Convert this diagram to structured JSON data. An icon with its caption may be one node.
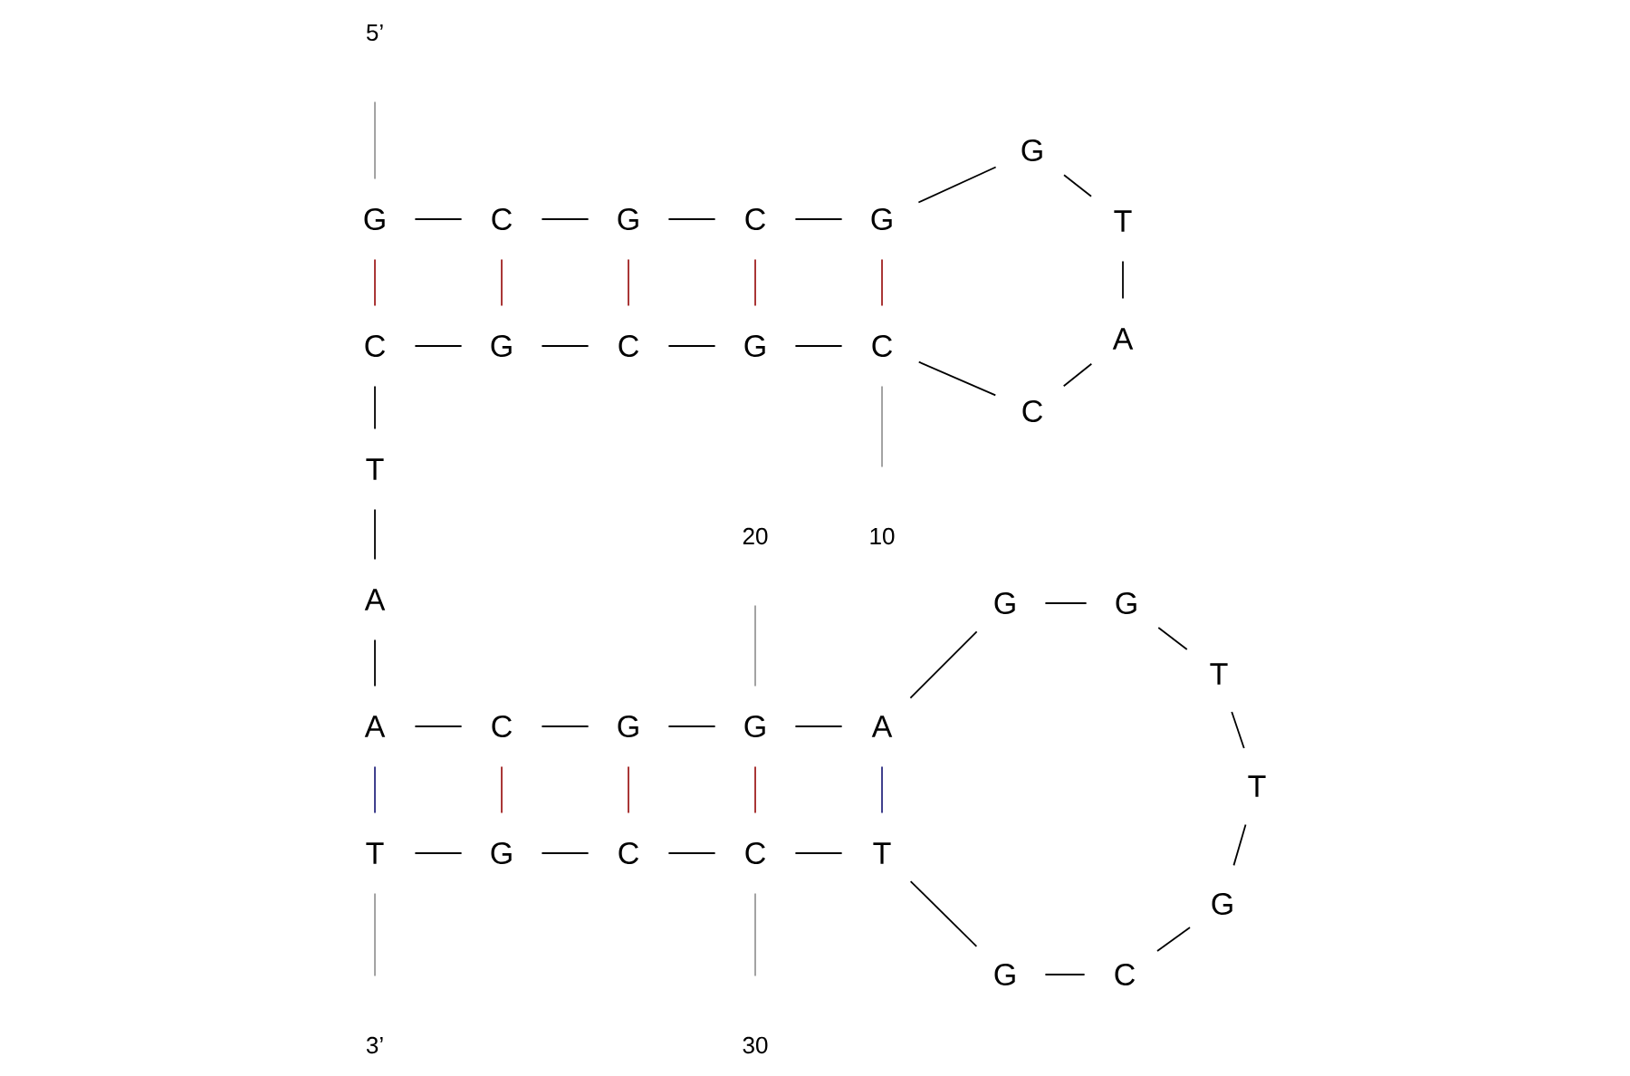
{
  "diagram": {
    "nodes": [
      {
        "text": [
          "G"
        ]
      },
      {
        "text": [
          "C"
        ]
      },
      {
        "text": [
          "G"
        ]
      },
      {
        "text": [
          "C"
        ]
      },
      {
        "text": [
          "G"
        ]
      },
      {
        "text": [
          "G"
        ]
      },
      {
        "text": [
          "T"
        ]
      },
      {
        "text": [
          "A"
        ]
      },
      {
        "text": [
          "C"
        ]
      },
      {
        "text": [
          "C"
        ]
      },
      {
        "text": [
          "G"
        ]
      },
      {
        "text": [
          "C"
        ]
      },
      {
        "text": [
          "G"
        ]
      },
      {
        "text": [
          "C"
        ]
      },
      {
        "text": [
          "T"
        ]
      },
      {
        "text": [
          "A"
        ]
      },
      {
        "text": [
          "A"
        ]
      },
      {
        "text": [
          "C"
        ]
      },
      {
        "text": [
          "G"
        ]
      },
      {
        "text": [
          "G"
        ]
      },
      {
        "text": [
          "A"
        ]
      },
      {
        "text": [
          "G"
        ]
      },
      {
        "text": [
          "G"
        ]
      },
      {
        "text": [
          "T"
        ]
      },
      {
        "text": [
          "T"
        ]
      },
      {
        "text": [
          "G"
        ]
      },
      {
        "text": [
          "C"
        ]
      },
      {
        "text": [
          "G"
        ]
      },
      {
        "text": [
          "T"
        ]
      },
      {
        "text": [
          "C"
        ]
      },
      {
        "text": [
          "C"
        ]
      },
      {
        "text": [
          "G"
        ]
      },
      {
        "text": [
          "T"
        ]
      },
      {
        "text": [
          "5’"
        ]
      },
      {
        "text": [
          "10"
        ]
      },
      {
        "text": [
          "20"
        ]
      },
      {
        "text": [
          "30"
        ]
      },
      {
        "text": [
          "3’"
        ]
      }
    ],
    "edges": [
      {
        "from": 0,
        "to": 1,
        "arrow": "none"
      },
      {
        "from": 1,
        "to": 2,
        "arrow": "none"
      },
      {
        "from": 2,
        "to": 3,
        "arrow": "none"
      },
      {
        "from": 3,
        "to": 4,
        "arrow": "none"
      },
      {
        "from": 4,
        "to": 5,
        "arrow": "none"
      },
      {
        "from": 5,
        "to": 6,
        "arrow": "none"
      },
      {
        "from": 6,
        "to": 7,
        "arrow": "none"
      },
      {
        "from": 7,
        "to": 8,
        "arrow": "none"
      },
      {
        "from": 8,
        "to": 9,
        "arrow": "none"
      },
      {
        "from": 9,
        "to": 10,
        "arrow": "none"
      },
      {
        "from": 10,
        "to": 11,
        "arrow": "none"
      },
      {
        "from": 11,
        "to": 12,
        "arrow": "none"
      },
      {
        "from": 12,
        "to": 13,
        "arrow": "none"
      },
      {
        "from": 13,
        "to": 14,
        "arrow": "none"
      },
      {
        "from": 14,
        "to": 15,
        "arrow": "none"
      },
      {
        "from": 15,
        "to": 16,
        "arrow": "none"
      },
      {
        "from": 16,
        "to": 17,
        "arrow": "none"
      },
      {
        "from": 17,
        "to": 18,
        "arrow": "none"
      },
      {
        "from": 18,
        "to": 19,
        "arrow": "none"
      },
      {
        "from": 19,
        "to": 20,
        "arrow": "none"
      },
      {
        "from": 20,
        "to": 21,
        "arrow": "none"
      },
      {
        "from": 21,
        "to": 22,
        "arrow": "none"
      },
      {
        "from": 22,
        "to": 23,
        "arrow": "none"
      },
      {
        "from": 23,
        "to": 24,
        "arrow": "none"
      },
      {
        "from": 24,
        "to": 25,
        "arrow": "none"
      },
      {
        "from": 25,
        "to": 26,
        "arrow": "none"
      },
      {
        "from": 26,
        "to": 27,
        "arrow": "none"
      },
      {
        "from": 27,
        "to": 28,
        "arrow": "none"
      },
      {
        "from": 28,
        "to": 29,
        "arrow": "none"
      },
      {
        "from": 29,
        "to": 30,
        "arrow": "none"
      },
      {
        "from": 30,
        "to": 31,
        "arrow": "none"
      },
      {
        "from": 31,
        "to": 32,
        "arrow": "none"
      },
      {
        "from": 0,
        "to": 13,
        "arrow": "none",
        "color": "#a02020"
      },
      {
        "from": 1,
        "to": 12,
        "arrow": "none",
        "color": "#a02020"
      },
      {
        "from": 2,
        "to": 11,
        "arrow": "none",
        "color": "#a02020"
      },
      {
        "from": 3,
        "to": 10,
        "arrow": "none",
        "color": "#a02020"
      },
      {
        "from": 4,
        "to": 9,
        "arrow": "none",
        "color": "#a02020"
      },
      {
        "from": 16,
        "to": 32,
        "arrow": "none",
        "color": "#2a2a80"
      },
      {
        "from": 17,
        "to": 31,
        "arrow": "none",
        "color": "#a02020"
      },
      {
        "from": 18,
        "to": 30,
        "arrow": "none",
        "color": "#a02020"
      },
      {
        "from": 19,
        "to": 29,
        "arrow": "none",
        "color": "#a02020"
      },
      {
        "from": 20,
        "to": 28,
        "arrow": "none",
        "color": "#2a2a80"
      },
      {
        "from": 33,
        "to": 0,
        "arrow": "none",
        "color": "#999999"
      },
      {
        "from": 9,
        "to": 34,
        "arrow": "none",
        "color": "#999999"
      },
      {
        "from": 35,
        "to": 19,
        "arrow": "none",
        "color": "#999999"
      },
      {
        "from": 29,
        "to": 36,
        "arrow": "none",
        "color": "#999999"
      },
      {
        "from": 32,
        "to": 37,
        "arrow": "none",
        "color": "#999999"
      }
    ]
  }
}
